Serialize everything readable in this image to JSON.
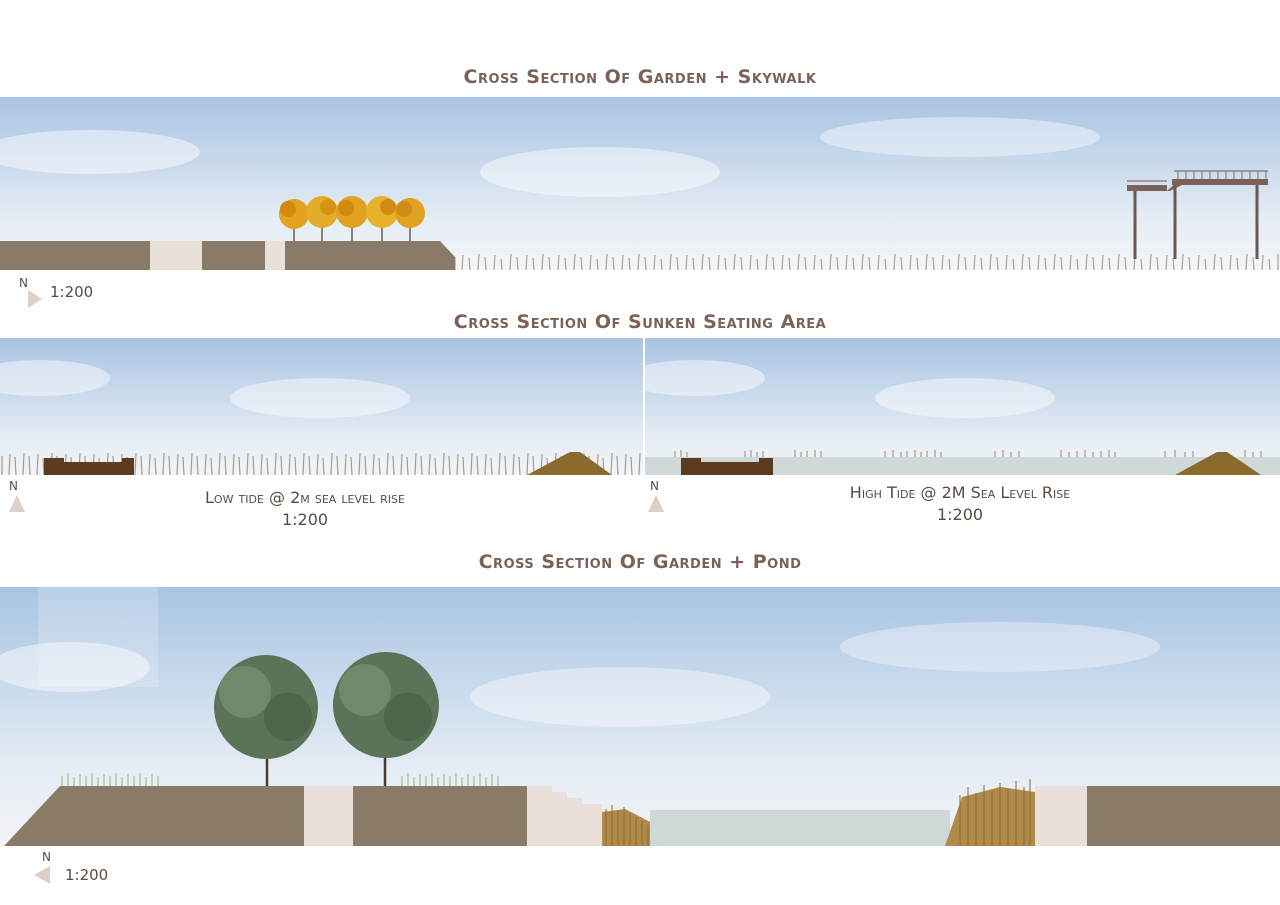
{
  "sections": {
    "skywalk": {
      "title": "Cross Section Of Garden + Skywalk",
      "north": "N",
      "scale": "1:200"
    },
    "sunken": {
      "title": "Cross Section Of Sunken Seating Area",
      "low_tide": {
        "north": "N",
        "caption": "Low tide @ 2m sea level rise",
        "scale": "1:200"
      },
      "high_tide": {
        "north": "N",
        "caption": "High Tide @ 2M Sea Level Rise",
        "scale": "1:200"
      }
    },
    "pond": {
      "title": "Cross Section Of Garden + Pond",
      "north": "N",
      "scale": "1:200"
    }
  },
  "colors": {
    "ground": "#8a7b69",
    "path": "#eae0da",
    "seat": "#5c3b1f",
    "mound": "#8b6a2e",
    "water": "#cfd8d8",
    "reed": "#a88f7a",
    "tree_autumn": "#e0a21f",
    "tree_green": "#5b7358",
    "north_arrow": "#dcd0c8"
  }
}
